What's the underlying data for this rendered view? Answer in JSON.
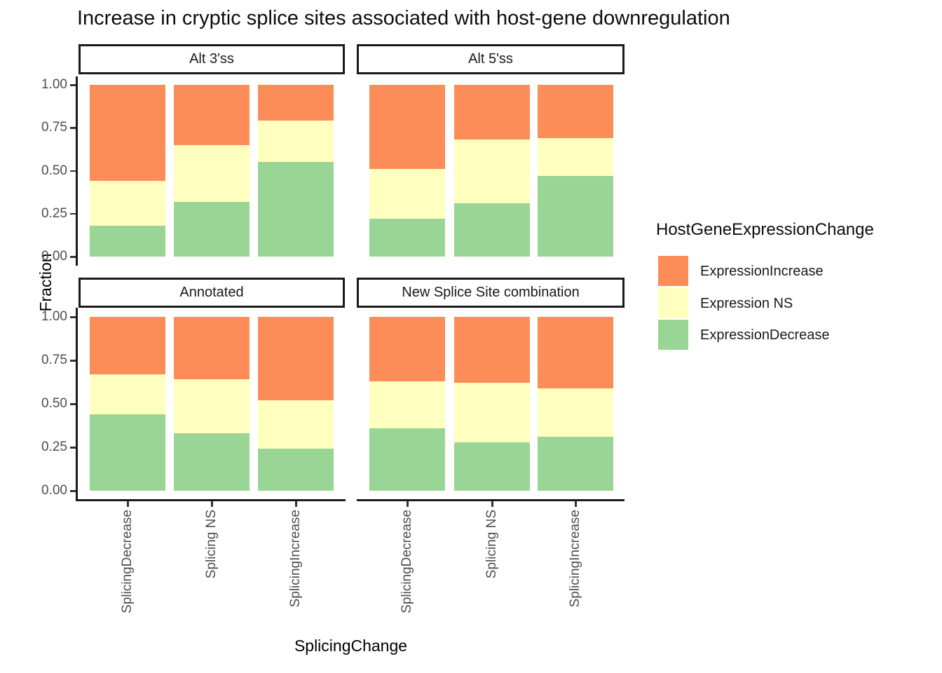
{
  "title": "Increase in cryptic splice sites associated with host-gene downregulation",
  "chart_data": {
    "type": "bar",
    "stacked": true,
    "orientation": "vertical",
    "title": "Increase in cryptic splice sites associated with host-gene downregulation",
    "xlabel": "SplicingChange",
    "ylabel": "Fraction",
    "ylim": [
      0,
      1
    ],
    "y_tick_labels": [
      "1.00",
      "0.75",
      "0.50",
      "0.25",
      "0.00"
    ],
    "y_tick_values": [
      1.0,
      0.75,
      0.5,
      0.25,
      0.0
    ],
    "categories": [
      "SplicingDecrease",
      "Splicing NS",
      "SplicingIncrease"
    ],
    "grid": false,
    "legend": {
      "title": "HostGeneExpressionChange",
      "position": "right",
      "entries": [
        {
          "label": "ExpressionIncrease",
          "color": "#FC8D59"
        },
        {
          "label": "Expression NS",
          "color": "#FFFFBF"
        },
        {
          "label": "ExpressionDecrease",
          "color": "#99D594"
        }
      ]
    },
    "facets": [
      {
        "label": "Alt 3'ss",
        "series": [
          {
            "name": "ExpressionIncrease",
            "values": [
              0.56,
              0.35,
              0.21
            ]
          },
          {
            "name": "Expression NS",
            "values": [
              0.26,
              0.33,
              0.24
            ]
          },
          {
            "name": "ExpressionDecrease",
            "values": [
              0.18,
              0.32,
              0.55
            ]
          }
        ]
      },
      {
        "label": "Alt 5'ss",
        "series": [
          {
            "name": "ExpressionIncrease",
            "values": [
              0.49,
              0.32,
              0.31
            ]
          },
          {
            "name": "Expression NS",
            "values": [
              0.29,
              0.37,
              0.22
            ]
          },
          {
            "name": "ExpressionDecrease",
            "values": [
              0.22,
              0.31,
              0.47
            ]
          }
        ]
      },
      {
        "label": "Annotated",
        "series": [
          {
            "name": "ExpressionIncrease",
            "values": [
              0.33,
              0.36,
              0.48
            ]
          },
          {
            "name": "Expression NS",
            "values": [
              0.23,
              0.31,
              0.28
            ]
          },
          {
            "name": "ExpressionDecrease",
            "values": [
              0.44,
              0.33,
              0.24
            ]
          }
        ]
      },
      {
        "label": "New Splice Site combination",
        "series": [
          {
            "name": "ExpressionIncrease",
            "values": [
              0.37,
              0.38,
              0.41
            ]
          },
          {
            "name": "Expression NS",
            "values": [
              0.27,
              0.34,
              0.28
            ]
          },
          {
            "name": "ExpressionDecrease",
            "values": [
              0.36,
              0.28,
              0.31
            ]
          }
        ]
      }
    ]
  },
  "colors": {
    "axis_line": "#1a1a1a",
    "tick_label": "#4d4d4d",
    "text": "#0d0d0d",
    "background": "#ffffff"
  }
}
